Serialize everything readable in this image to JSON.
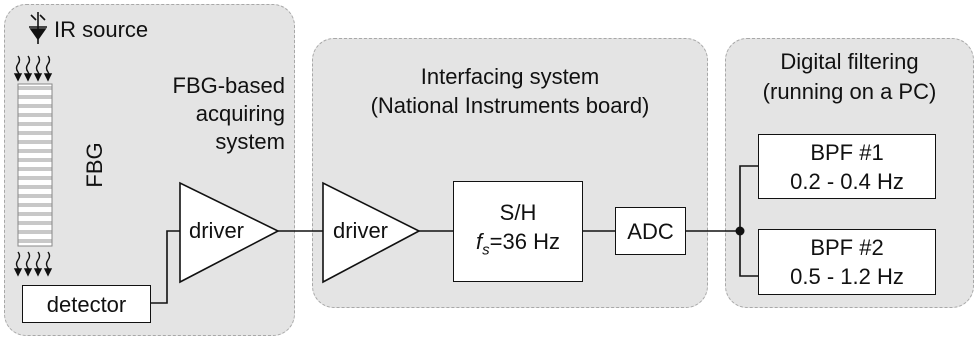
{
  "ir_source": {
    "label": "IR source",
    "icon": "photodiode-icon"
  },
  "fbg": {
    "label": "FBG"
  },
  "acquiring": {
    "lines": [
      "FBG-based",
      "acquiring",
      "system"
    ]
  },
  "detector": {
    "label": "detector"
  },
  "driver1": {
    "label": "driver"
  },
  "interfacing": {
    "title_line1": "Interfacing system",
    "title_line2": "(National Instruments board)"
  },
  "driver2": {
    "label": "driver"
  },
  "sample_hold": {
    "label": "S/H",
    "fs_symbol": "f",
    "fs_subscript": "s",
    "fs_value": "=36 Hz"
  },
  "adc": {
    "label": "ADC"
  },
  "digital": {
    "title_line1": "Digital filtering",
    "title_line2": "(running on a PC)"
  },
  "bpf1": {
    "name": "BPF #1",
    "band": "0.2 - 0.4 Hz"
  },
  "bpf2": {
    "name": "BPF #2",
    "band": "0.5 - 1.2 Hz"
  },
  "colors": {
    "panel": "#e4e4e4",
    "panel_border": "#a8a8a8",
    "line": "#111111",
    "fbg_stripe": "#c8c8c8"
  }
}
